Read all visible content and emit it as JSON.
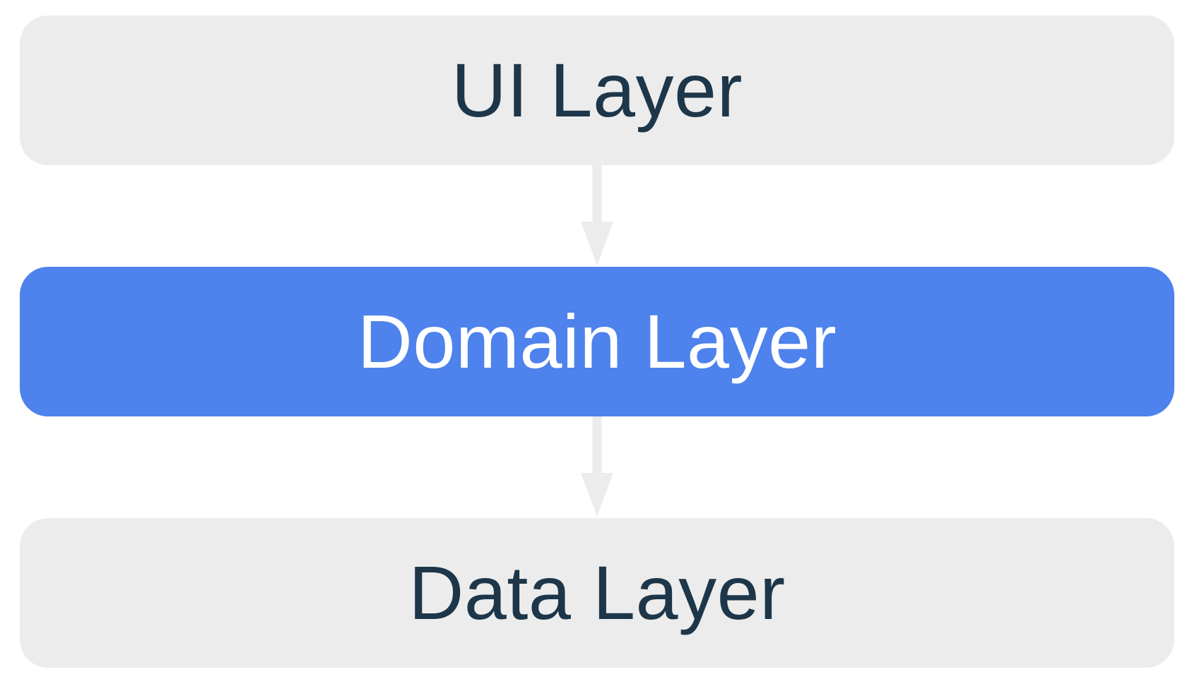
{
  "diagram": {
    "layers": [
      {
        "label": "UI Layer",
        "variant": "gray"
      },
      {
        "label": "Domain Layer",
        "variant": "blue"
      },
      {
        "label": "Data Layer",
        "variant": "gray"
      }
    ],
    "arrows": [
      {
        "name": "ui-to-domain",
        "direction": "down"
      },
      {
        "name": "domain-to-data",
        "direction": "down"
      }
    ]
  },
  "colors": {
    "layer_gray_bg": "#ECECEC",
    "layer_blue_bg": "#4E82EC",
    "layer_gray_text": "#1D3649",
    "layer_blue_text": "#FFFFFF",
    "arrow": "#ECECEC",
    "page_bg": "#FFFFFF"
  }
}
